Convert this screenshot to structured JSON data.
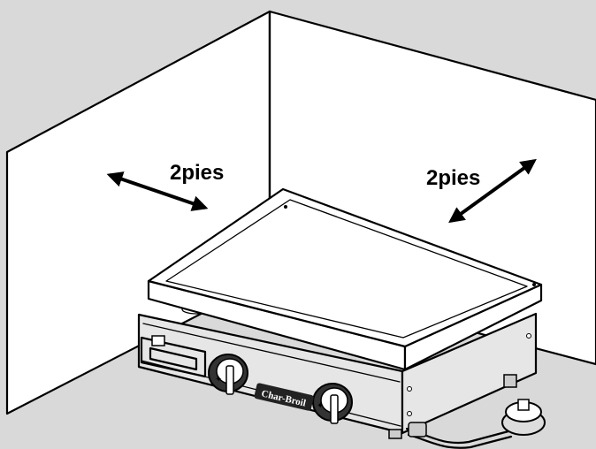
{
  "labels": {
    "left_distance": "2pies",
    "right_distance": "2pies"
  },
  "brand": {
    "logo_text": "Char-Broil"
  },
  "colors": {
    "background": "#d9d9d9",
    "walls": "#ffffff",
    "line": "#000000",
    "body_shade": "#e6e6e6"
  }
}
